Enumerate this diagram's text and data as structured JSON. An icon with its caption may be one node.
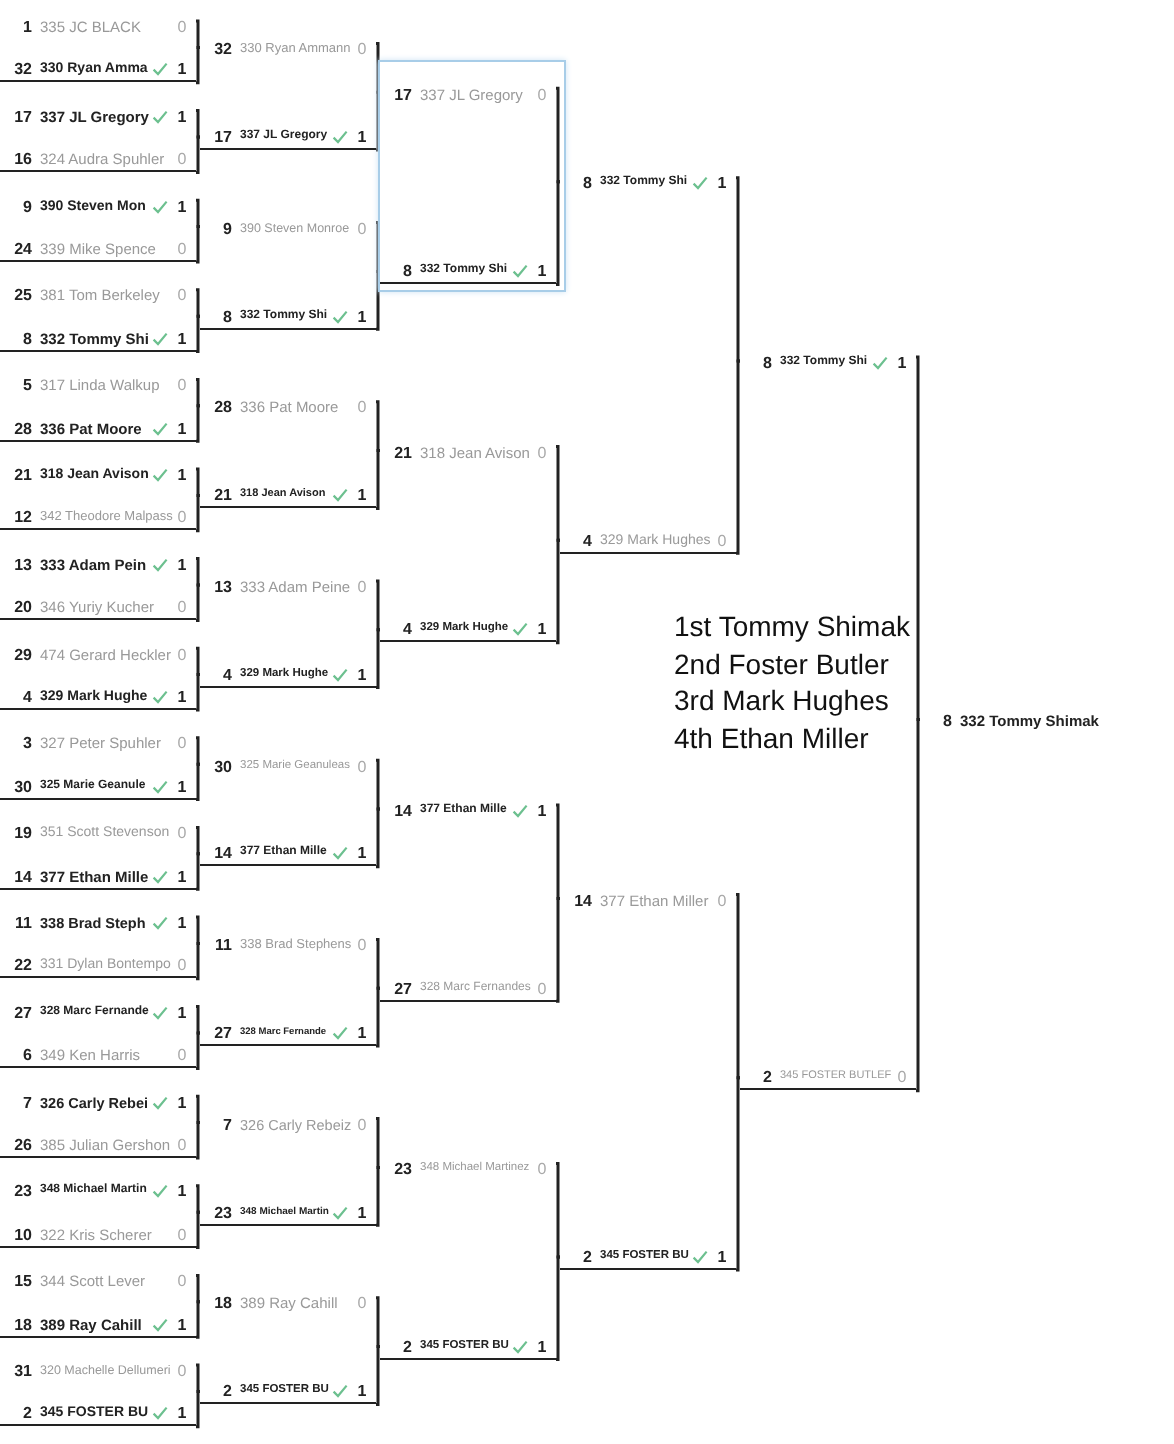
{
  "diagram": {
    "nodes": [
      {
        "text": [
          "1",
          "335 JC BLACK",
          "0"
        ]
      },
      {
        "text": [
          "32",
          "330 Ryan Amma",
          "1"
        ]
      },
      {
        "text": [
          "17",
          "337 JL Gregory",
          "1"
        ]
      },
      {
        "text": [
          "16",
          "324 Audra Spuhler",
          "0"
        ]
      },
      {
        "text": [
          "9",
          "390 Steven Mon",
          "1"
        ]
      },
      {
        "text": [
          "24",
          "339 Mike Spence",
          "0"
        ]
      },
      {
        "text": [
          "25",
          "381 Tom Berkeley",
          "0"
        ]
      },
      {
        "text": [
          "8",
          "332 Tommy Shi",
          "1"
        ]
      },
      {
        "text": [
          "5",
          "317 Linda Walkup",
          "0"
        ]
      },
      {
        "text": [
          "28",
          "336 Pat Moore",
          "1"
        ]
      },
      {
        "text": [
          "21",
          "318 Jean Avison",
          "1"
        ]
      },
      {
        "text": [
          "12",
          "342 Theodore Malpass",
          "0"
        ]
      },
      {
        "text": [
          "13",
          "333 Adam Pein",
          "1"
        ]
      },
      {
        "text": [
          "20",
          "346 Yuriy Kucher",
          "0"
        ]
      },
      {
        "text": [
          "29",
          "474 Gerard Heckler",
          "0"
        ]
      },
      {
        "text": [
          "4",
          "329 Mark Hughe",
          "1"
        ]
      },
      {
        "text": [
          "3",
          "327 Peter Spuhler",
          "0"
        ]
      },
      {
        "text": [
          "30",
          "325 Marie Geanule",
          "1"
        ]
      },
      {
        "text": [
          "19",
          "351 Scott Stevenson",
          "0"
        ]
      },
      {
        "text": [
          "14",
          "377 Ethan Mille",
          "1"
        ]
      },
      {
        "text": [
          "11",
          "338 Brad Steph",
          "1"
        ]
      },
      {
        "text": [
          "22",
          "331 Dylan Bontempo",
          "0"
        ]
      },
      {
        "text": [
          "27",
          "328 Marc Fernande",
          "1"
        ]
      },
      {
        "text": [
          "6",
          "349 Ken Harris",
          "0"
        ]
      },
      {
        "text": [
          "7",
          "326 Carly Rebei",
          "1"
        ]
      },
      {
        "text": [
          "26",
          "385 Julian Gershon",
          "0"
        ]
      },
      {
        "text": [
          "23",
          "348 Michael Martin",
          "1"
        ]
      },
      {
        "text": [
          "10",
          "322 Kris Scherer",
          "0"
        ]
      },
      {
        "text": [
          "15",
          "344 Scott Lever",
          "0"
        ]
      },
      {
        "text": [
          "18",
          "389 Ray Cahill",
          "1"
        ]
      },
      {
        "text": [
          "31",
          "320 Machelle Dellumeri",
          "0"
        ]
      },
      {
        "text": [
          "2",
          "345 FOSTER BU",
          "1"
        ]
      },
      {
        "text": [
          "32",
          "330 Ryan Ammann",
          "0"
        ]
      },
      {
        "text": [
          "17",
          "337 JL Gregory",
          "1"
        ]
      },
      {
        "text": [
          "9",
          "390 Steven Monroe",
          "0"
        ]
      },
      {
        "text": [
          "8",
          "332 Tommy Shi",
          "1"
        ]
      },
      {
        "text": [
          "28",
          "336 Pat Moore",
          "0"
        ]
      },
      {
        "text": [
          "21",
          "318 Jean Avison",
          "1"
        ]
      },
      {
        "text": [
          "13",
          "333 Adam Peine",
          "0"
        ]
      },
      {
        "text": [
          "4",
          "329 Mark Hughe",
          "1"
        ]
      },
      {
        "text": [
          "30",
          "325 Marie Geanuleas",
          "0"
        ]
      },
      {
        "text": [
          "14",
          "377 Ethan Mille",
          "1"
        ]
      },
      {
        "text": [
          "11",
          "338 Brad Stephens",
          "0"
        ]
      },
      {
        "text": [
          "27",
          "328 Marc Fernande",
          "1"
        ]
      },
      {
        "text": [
          "7",
          "326 Carly Rebeiz",
          "0"
        ]
      },
      {
        "text": [
          "23",
          "348 Michael Martin",
          "1"
        ]
      },
      {
        "text": [
          "18",
          "389 Ray Cahill",
          "0"
        ]
      },
      {
        "text": [
          "2",
          "345 FOSTER BU",
          "1"
        ]
      },
      {
        "text": [
          "17",
          "337 JL Gregory",
          "0"
        ]
      },
      {
        "text": [
          "8",
          "332 Tommy Shi",
          "1"
        ]
      },
      {
        "text": [
          "21",
          "318 Jean Avison",
          "0"
        ]
      },
      {
        "text": [
          "4",
          "329 Mark Hughe",
          "1"
        ]
      },
      {
        "text": [
          "14",
          "377 Ethan Mille",
          "1"
        ]
      },
      {
        "text": [
          "27",
          "328 Marc Fernandes",
          "0"
        ]
      },
      {
        "text": [
          "23",
          "348 Michael Martinez",
          "0"
        ]
      },
      {
        "text": [
          "2",
          "345 FOSTER BU",
          "1"
        ]
      },
      {
        "text": [
          "8",
          "332 Tommy Shi",
          "1"
        ]
      },
      {
        "text": [
          "4",
          "329 Mark Hughes",
          "0"
        ]
      },
      {
        "text": [
          "14",
          "377 Ethan Miller",
          "0"
        ]
      },
      {
        "text": [
          "2",
          "345 FOSTER BU",
          "1"
        ]
      },
      {
        "text": [
          "8",
          "332 Tommy Shi",
          "1"
        ]
      },
      {
        "text": [
          "2",
          "345 FOSTER BUTLEF",
          "0"
        ]
      },
      {
        "text": [
          "8",
          "332 Tommy Shimak"
        ]
      }
    ],
    "edges": [
      {
        "from": 0,
        "to": 32,
        "arrow": "none"
      },
      {
        "from": 1,
        "to": 32,
        "arrow": "none"
      },
      {
        "from": 2,
        "to": 33,
        "arrow": "none"
      },
      {
        "from": 3,
        "to": 33,
        "arrow": "none"
      },
      {
        "from": 4,
        "to": 34,
        "arrow": "none"
      },
      {
        "from": 5,
        "to": 34,
        "arrow": "none"
      },
      {
        "from": 6,
        "to": 35,
        "arrow": "none"
      },
      {
        "from": 7,
        "to": 35,
        "arrow": "none"
      },
      {
        "from": 8,
        "to": 36,
        "arrow": "none"
      },
      {
        "from": 9,
        "to": 36,
        "arrow": "none"
      },
      {
        "from": 10,
        "to": 37,
        "arrow": "none"
      },
      {
        "from": 11,
        "to": 37,
        "arrow": "none"
      },
      {
        "from": 12,
        "to": 38,
        "arrow": "none"
      },
      {
        "from": 13,
        "to": 38,
        "arrow": "none"
      },
      {
        "from": 14,
        "to": 39,
        "arrow": "none"
      },
      {
        "from": 15,
        "to": 39,
        "arrow": "none"
      },
      {
        "from": 16,
        "to": 40,
        "arrow": "none"
      },
      {
        "from": 17,
        "to": 40,
        "arrow": "none"
      },
      {
        "from": 18,
        "to": 41,
        "arrow": "none"
      },
      {
        "from": 19,
        "to": 41,
        "arrow": "none"
      },
      {
        "from": 20,
        "to": 42,
        "arrow": "none"
      },
      {
        "from": 21,
        "to": 42,
        "arrow": "none"
      },
      {
        "from": 22,
        "to": 43,
        "arrow": "none"
      },
      {
        "from": 23,
        "to": 43,
        "arrow": "none"
      },
      {
        "from": 24,
        "to": 44,
        "arrow": "none"
      },
      {
        "from": 25,
        "to": 44,
        "arrow": "none"
      },
      {
        "from": 26,
        "to": 45,
        "arrow": "none"
      },
      {
        "from": 27,
        "to": 45,
        "arrow": "none"
      },
      {
        "from": 28,
        "to": 46,
        "arrow": "none"
      },
      {
        "from": 29,
        "to": 46,
        "arrow": "none"
      },
      {
        "from": 30,
        "to": 47,
        "arrow": "none"
      },
      {
        "from": 31,
        "to": 47,
        "arrow": "none"
      },
      {
        "from": 32,
        "to": 48,
        "arrow": "none"
      },
      {
        "from": 33,
        "to": 48,
        "arrow": "none"
      },
      {
        "from": 34,
        "to": 49,
        "arrow": "none"
      },
      {
        "from": 35,
        "to": 49,
        "arrow": "none"
      },
      {
        "from": 36,
        "to": 50,
        "arrow": "none"
      },
      {
        "from": 37,
        "to": 50,
        "arrow": "none"
      },
      {
        "from": 38,
        "to": 51,
        "arrow": "none"
      },
      {
        "from": 39,
        "to": 51,
        "arrow": "none"
      },
      {
        "from": 40,
        "to": 52,
        "arrow": "none"
      },
      {
        "from": 41,
        "to": 52,
        "arrow": "none"
      },
      {
        "from": 42,
        "to": 53,
        "arrow": "none"
      },
      {
        "from": 43,
        "to": 53,
        "arrow": "none"
      },
      {
        "from": 44,
        "to": 54,
        "arrow": "none"
      },
      {
        "from": 45,
        "to": 54,
        "arrow": "none"
      },
      {
        "from": 46,
        "to": 55,
        "arrow": "none"
      },
      {
        "from": 47,
        "to": 55,
        "arrow": "none"
      },
      {
        "from": 48,
        "to": 56,
        "arrow": "none"
      },
      {
        "from": 49,
        "to": 56,
        "arrow": "none"
      },
      {
        "from": 50,
        "to": 57,
        "arrow": "none"
      },
      {
        "from": 51,
        "to": 57,
        "arrow": "none"
      },
      {
        "from": 52,
        "to": 58,
        "arrow": "none"
      },
      {
        "from": 53,
        "to": 58,
        "arrow": "none"
      },
      {
        "from": 54,
        "to": 59,
        "arrow": "none"
      },
      {
        "from": 55,
        "to": 59,
        "arrow": "none"
      },
      {
        "from": 56,
        "to": 60,
        "arrow": "none"
      },
      {
        "from": 57,
        "to": 60,
        "arrow": "none"
      },
      {
        "from": 58,
        "to": 61,
        "arrow": "none"
      },
      {
        "from": 59,
        "to": 61,
        "arrow": "none"
      },
      {
        "from": 60,
        "to": 62,
        "arrow": "none"
      },
      {
        "from": 61,
        "to": 62,
        "arrow": "none"
      }
    ],
    "labels": [
      "1st Tommy Shimak",
      "2nd Foster Butler",
      "3rd Mark Hughes",
      "4th Ethan Miller"
    ]
  }
}
